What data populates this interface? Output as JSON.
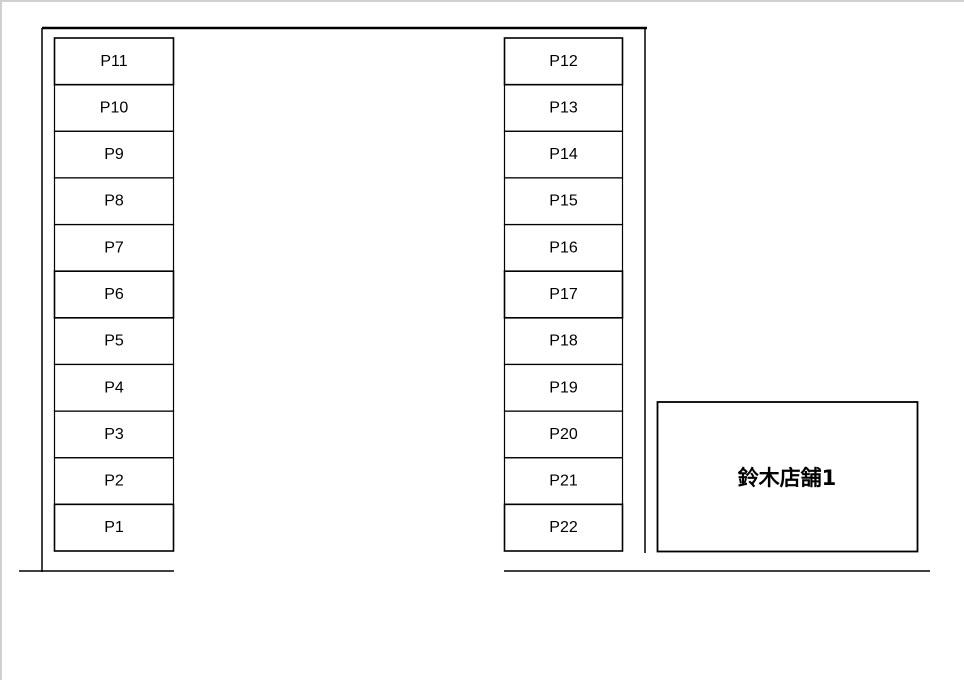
{
  "left_column": [
    "P11",
    "P10",
    "P9",
    "P8",
    "P7",
    "P6",
    "P5",
    "P4",
    "P3",
    "P2",
    "P1"
  ],
  "right_column": [
    "P12",
    "P13",
    "P14",
    "P15",
    "P16",
    "P17",
    "P18",
    "P19",
    "P20",
    "P21",
    "P22"
  ],
  "store": {
    "label": "鈴木店舗1"
  }
}
